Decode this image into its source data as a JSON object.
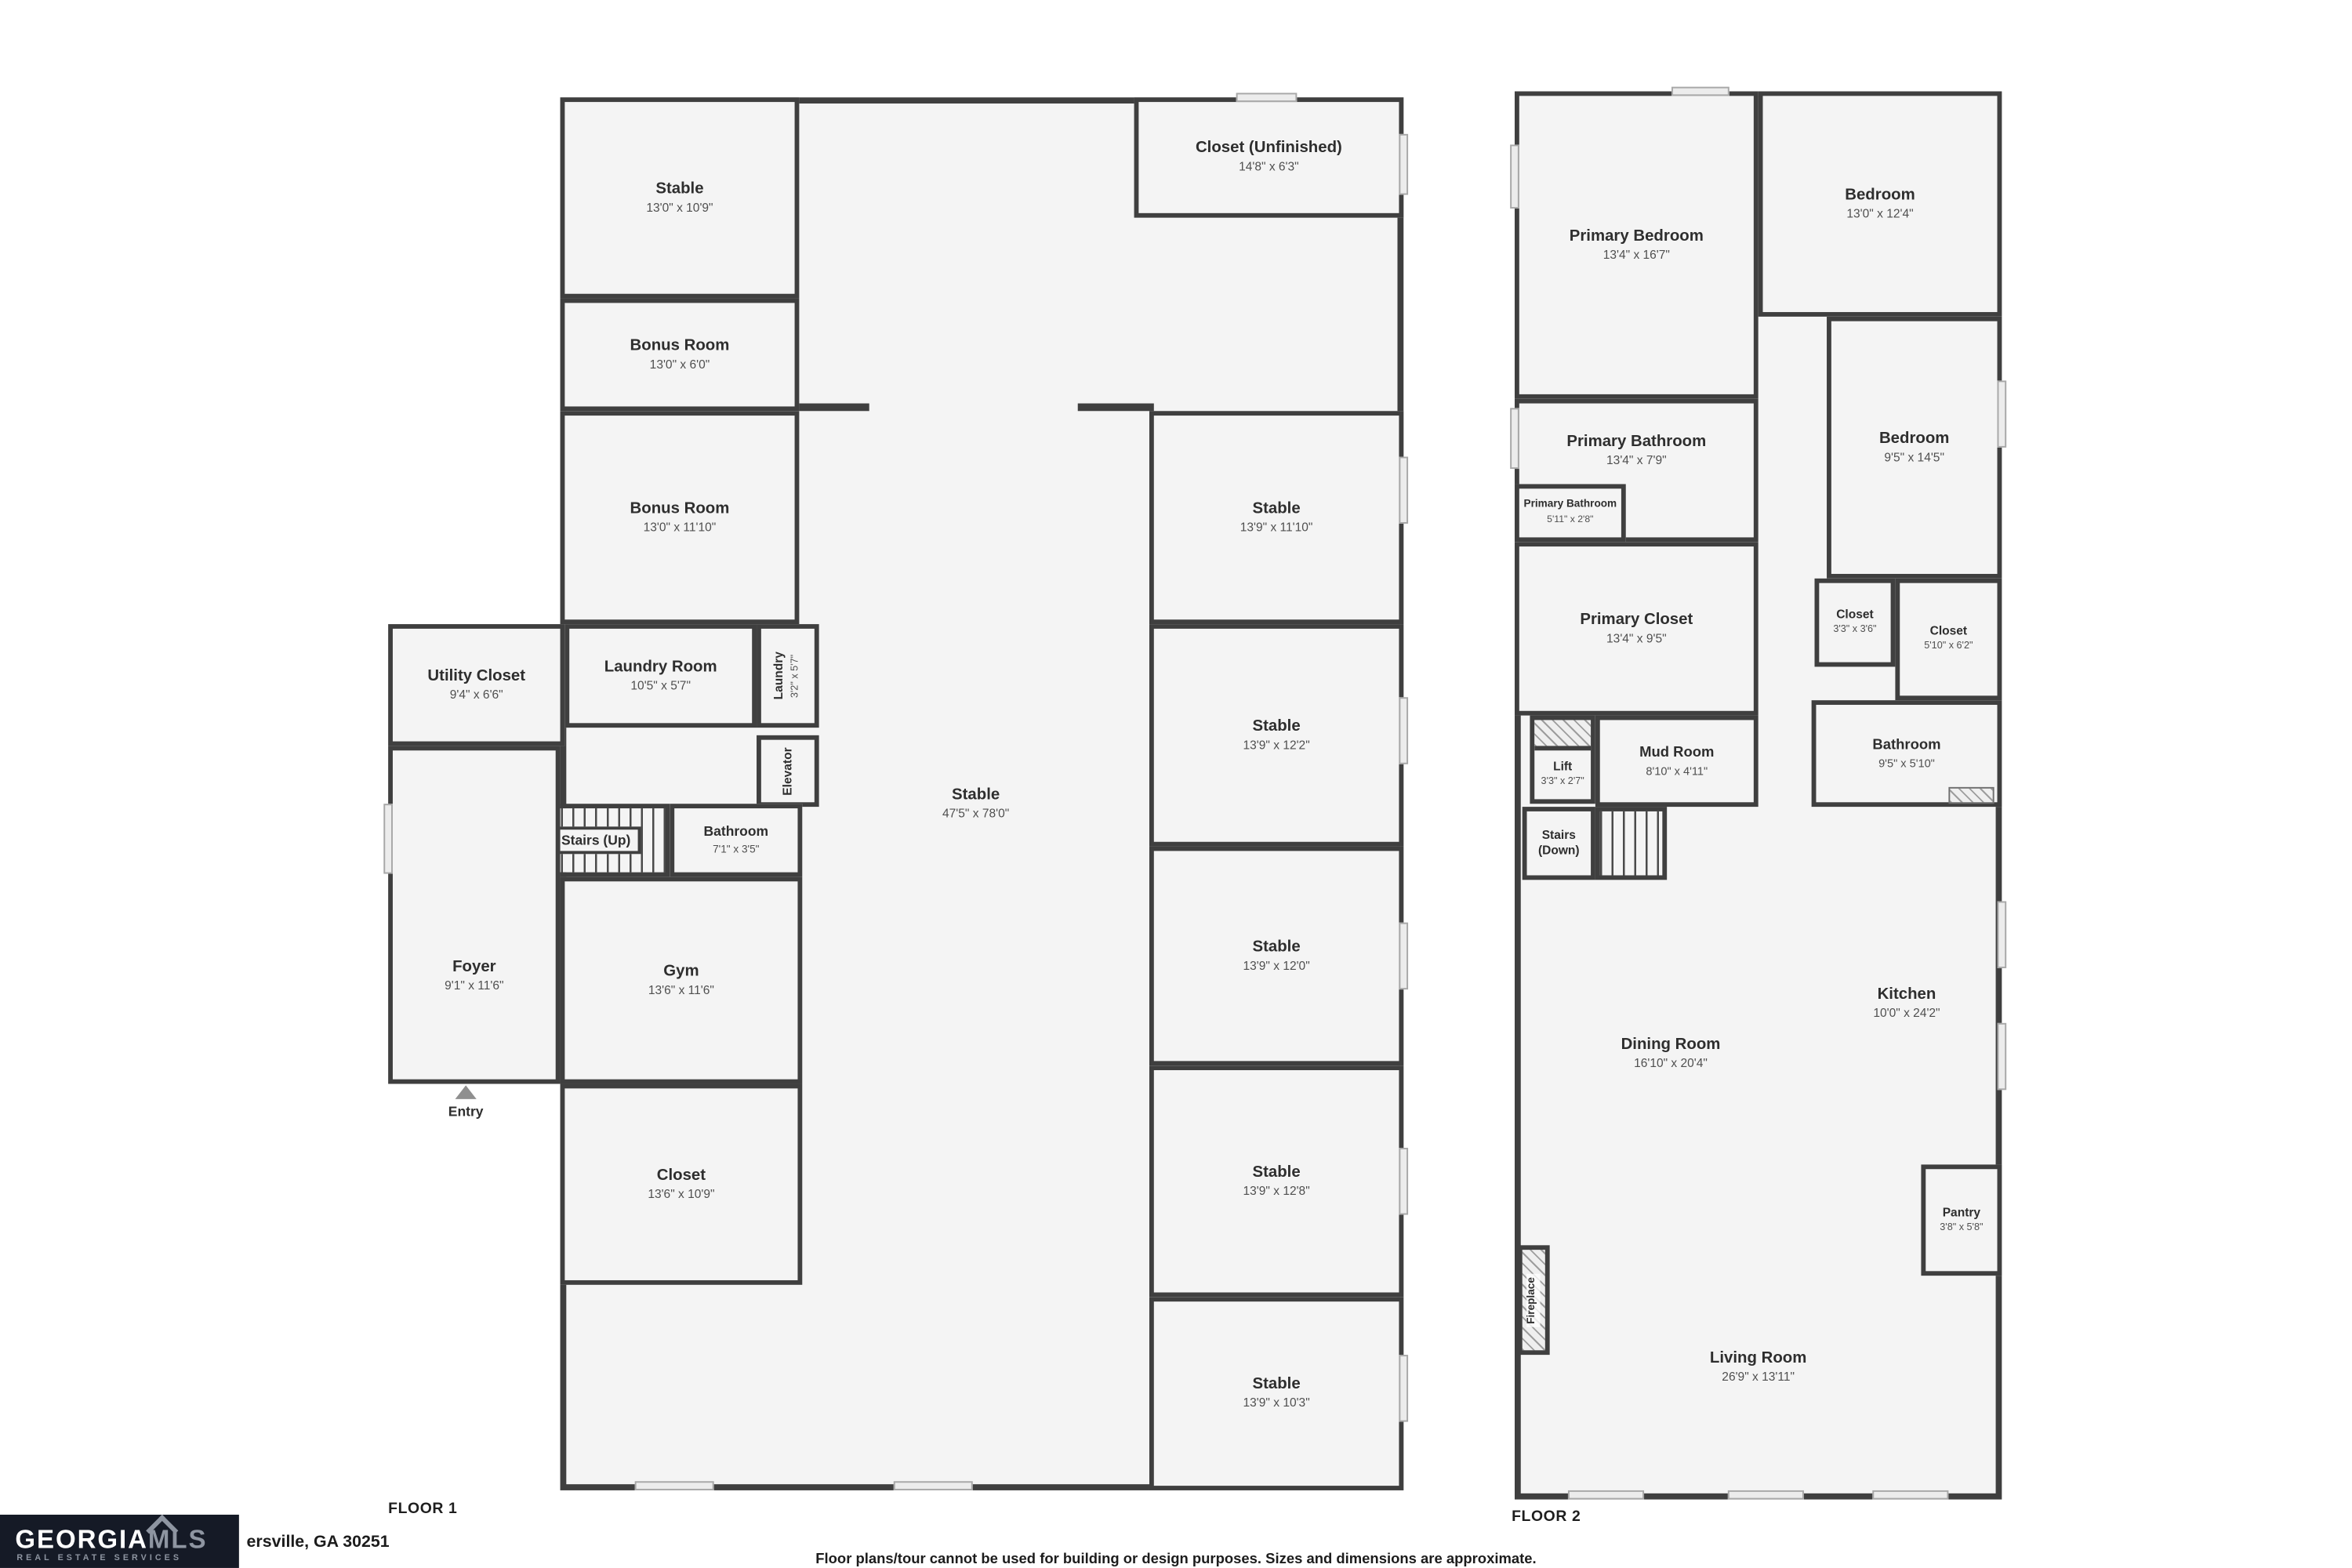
{
  "colors": {
    "wall": "#3f3f3f",
    "room_fill": "#f4f4f4",
    "logo_bg": "#151a26",
    "window": "#ececec"
  },
  "floor1": {
    "label": "FLOOR 1",
    "rooms": {
      "stable_tl": {
        "name": "Stable",
        "dims": "13'0\" x 10'9\""
      },
      "bonus_small": {
        "name": "Bonus Room",
        "dims": "13'0\" x 6'0\""
      },
      "bonus_large": {
        "name": "Bonus Room",
        "dims": "13'0\" x 11'10\""
      },
      "closet_unfinished": {
        "name": "Closet (Unfinished)",
        "dims": "14'8\" x 6'3\""
      },
      "stable_r1": {
        "name": "Stable",
        "dims": "13'9\" x 11'10\""
      },
      "stable_r2": {
        "name": "Stable",
        "dims": "13'9\" x 12'2\""
      },
      "stable_r3": {
        "name": "Stable",
        "dims": "13'9\" x 12'0\""
      },
      "stable_r4": {
        "name": "Stable",
        "dims": "13'9\" x 12'8\""
      },
      "stable_r5": {
        "name": "Stable",
        "dims": "13'9\" x 10'3\""
      },
      "stable_center": {
        "name": "Stable",
        "dims": "47'5\" x 78'0\""
      },
      "utility_closet": {
        "name": "Utility Closet",
        "dims": "9'4\" x 6'6\""
      },
      "laundry_room": {
        "name": "Laundry Room",
        "dims": "10'5\" x 5'7\""
      },
      "laundry": {
        "name": "Laundry",
        "dims": "3'2\" x 5'7\""
      },
      "elevator": {
        "name": "Elevator"
      },
      "stairs_up": {
        "name": "Stairs (Up)"
      },
      "bathroom": {
        "name": "Bathroom",
        "dims": "7'1\" x 3'5\""
      },
      "foyer": {
        "name": "Foyer",
        "dims": "9'1\" x 11'6\""
      },
      "gym": {
        "name": "Gym",
        "dims": "13'6\" x 11'6\""
      },
      "closet": {
        "name": "Closet",
        "dims": "13'6\" x 10'9\""
      },
      "entry": {
        "name": "Entry"
      }
    }
  },
  "floor2": {
    "label": "FLOOR 2",
    "rooms": {
      "primary_bedroom": {
        "name": "Primary Bedroom",
        "dims": "13'4\" x 16'7\""
      },
      "bedroom_1": {
        "name": "Bedroom",
        "dims": "13'0\" x 12'4\""
      },
      "primary_bathroom": {
        "name": "Primary Bathroom",
        "dims": "13'4\" x 7'9\""
      },
      "primary_bathroom_2": {
        "name": "Primary Bathroom",
        "dims": "5'11\" x 2'8\""
      },
      "bedroom_2": {
        "name": "Bedroom",
        "dims": "9'5\" x 14'5\""
      },
      "closet_small": {
        "name": "Closet",
        "dims": "3'3\" x 3'6\""
      },
      "closet_mid": {
        "name": "Closet",
        "dims": "5'10\" x 6'2\""
      },
      "primary_closet": {
        "name": "Primary Closet",
        "dims": "13'4\" x 9'5\""
      },
      "bathroom": {
        "name": "Bathroom",
        "dims": "9'5\" x 5'10\""
      },
      "lift": {
        "name": "Lift",
        "dims": "3'3\" x 2'7\""
      },
      "mud_room": {
        "name": "Mud Room",
        "dims": "8'10\" x 4'11\""
      },
      "stairs_down": {
        "name": "Stairs (Down)"
      },
      "kitchen": {
        "name": "Kitchen",
        "dims": "10'0\" x 24'2\""
      },
      "dining_room": {
        "name": "Dining Room",
        "dims": "16'10\" x 20'4\""
      },
      "pantry": {
        "name": "Pantry",
        "dims": "3'8\" x 5'8\""
      },
      "fireplace": {
        "name": "Fireplace"
      },
      "living_room": {
        "name": "Living Room",
        "dims": "26'9\" x 13'11\""
      }
    }
  },
  "footer": {
    "brand_georgia": "GEORGIA",
    "brand_mls": "MLS",
    "brand_tagline": "REAL ESTATE SERVICES",
    "address": "ersville, GA 30251",
    "disclaimer": "Floor plans/tour cannot be used for building or design purposes. Sizes and dimensions are approximate."
  }
}
